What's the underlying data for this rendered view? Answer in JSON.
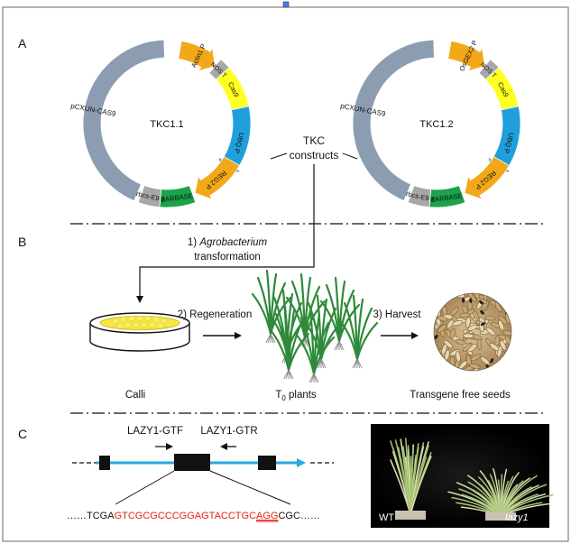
{
  "panels": {
    "a": "A",
    "b": "B",
    "c": "C"
  },
  "plasmids": [
    {
      "name": "TKC1.1",
      "segments": {
        "promoter1": "Actin1 P",
        "nos": "NOS T",
        "cas9": "Cas9",
        "ubq": "UBQ P",
        "reg2": "REG2 P",
        "barbase": "BARBASE",
        "rbcs": "rbcs-E9 T",
        "backbone": "pCXUN-CAS9"
      }
    },
    {
      "name": "TKC1.2",
      "segments": {
        "promoter1": "OsGEX2 P",
        "nos": "NOS T",
        "cas9": "Cas9",
        "ubq": "UBQ P",
        "reg2": "REG2 P",
        "barbase": "BARBASE",
        "rbcs": "rbcs-E9 T",
        "backbone": "pCXUN-CAS9"
      }
    }
  ],
  "constructs_label": [
    "TKC",
    "constructs"
  ],
  "workflow": {
    "step1_num": "1) ",
    "step1_italic": "Agrobacterium",
    "step1_line2": "transformation",
    "step2": "2) Regeneration",
    "step3": "3) Harvest",
    "calli": "Calli",
    "plants_prefix": "T",
    "plants_sub": "0",
    "plants_suffix": " plants",
    "seeds": "Transgene free seeds"
  },
  "gene": {
    "primer_f": "LAZY1-GTF",
    "primer_r": "LAZY1-GTR",
    "seq_prefix": "……TCGA",
    "seq_target": "GTCGCGCCCGGAGTACCTGC",
    "seq_pam": "AGG",
    "seq_suffix": "CGC……"
  },
  "photo": {
    "wt": "WT",
    "mutant": "lazy1"
  },
  "colors": {
    "backbone": "#8c9db2",
    "promoter": "#f2a818",
    "nos": "#a7a7a7",
    "cas9": "#ffff22",
    "ubq": "#1fa0dc",
    "barbase": "#1aa34a",
    "rbcs": "#a7a7a7",
    "exon_line": "#27a8e0",
    "target_seq": "#e8201a"
  }
}
